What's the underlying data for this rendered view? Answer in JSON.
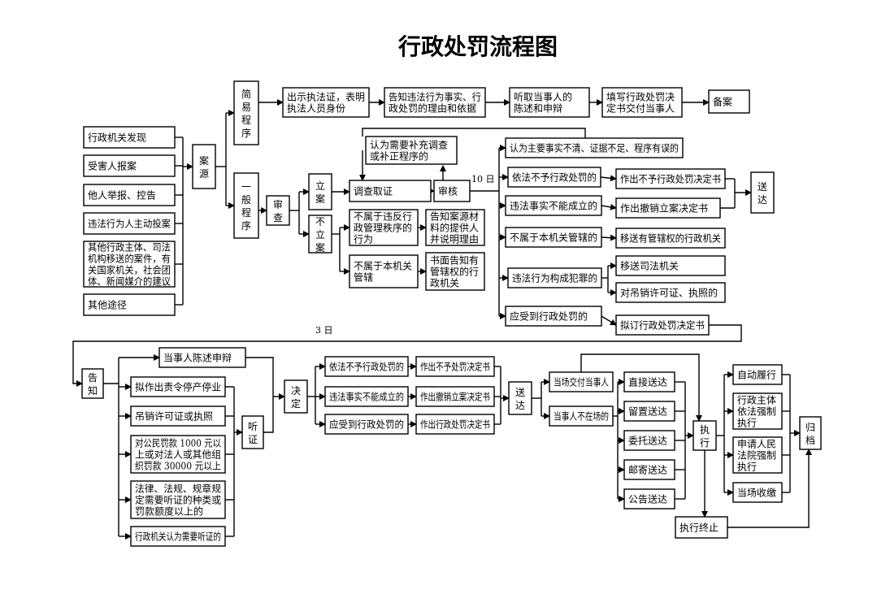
{
  "title": "行政处罚流程图",
  "nodes": {
    "src_a1": "行政机关发现",
    "src_a2": "受害人报案",
    "src_a3": "他人举报、控告",
    "src_a4": "违法行为人主动投案",
    "src_a5": [
      "其他行政主体、司法",
      "机构移送的案件，有",
      "关国家机关，社会团",
      "体、新闻媒介的建议"
    ],
    "src_a6": "其他途径",
    "source": "案源",
    "simple": "简易程序",
    "general": "一般程序",
    "simple_s1": [
      "出示执法证，表明",
      "执法人员身份"
    ],
    "simple_s2": [
      "告知违法行为事实、行",
      "政处罚的理由和依据"
    ],
    "simple_s3": [
      "听取当事人的",
      "陈述和申辩"
    ],
    "simple_s4": [
      "填写行政处罚决",
      "定书交付当事人"
    ],
    "file_record": "备案",
    "review": "审查",
    "file_case": "立案",
    "no_case": "不立案",
    "need_more": [
      "认为需要补充调查",
      "或补正程序的"
    ],
    "investigate": "调查取证",
    "audit": "审核",
    "not_violation": [
      "不属于违反行",
      "政管理秩序的",
      "行为"
    ],
    "notify_source": [
      "告知案源材",
      "料的提供人",
      "并说明理由"
    ],
    "not_jurisdiction": [
      "不属于本机关",
      "管辖"
    ],
    "written_notice": [
      "书面告知有",
      "管辖权的行",
      "政机关"
    ],
    "r1": "认为主要事实不清、证据不足、程序有误的",
    "r2": "依法不予行政处罚的",
    "r2a": "作出不予行政处罚决定书",
    "r3": "违法事实不能成立的",
    "r3a": "作出撤销立案决定书",
    "r4": "不属于本机关管辖的",
    "r4a": "移送有管辖权的行政机关",
    "r5": "违法行为构成犯罪的",
    "r5a": "移送司法机关",
    "r5b": "对吊销许可证、执照的",
    "r6": "应受到行政处罚的",
    "r6a": "拟订行政处罚决定书",
    "serve1": "送达",
    "notify": "告知",
    "statement": "当事人陈述申辩",
    "h1": "拟作出责令停产停业",
    "h2": "吊销许可证或执照",
    "h3": [
      "对公民罚款 1000 元以",
      "上或对法人或其他组",
      "织罚款 30000 元以上"
    ],
    "h4": [
      "法律、法规、规章规",
      "定需要听证的种类或",
      "罚款额度以上的"
    ],
    "h5": "行政机关认为需要听证的",
    "hearing": "听证",
    "decide": "决定",
    "d1": "依法不予行政处罚的",
    "d1a": "作出不予处罚决定书",
    "d2": "违法事实不能成立的",
    "d2a": "作出撤销立案决定书",
    "d3": "应受到行政处罚的",
    "d3a": "作出行政处罚决定书",
    "serve2": "送达",
    "m1": "当场交付当事人",
    "m2": "当事人不在场的",
    "w1": "直接送达",
    "w2": "留置送达",
    "w3": "委托送达",
    "w4": "邮寄送达",
    "w5": "公告送达",
    "execute": "执行",
    "exec_end": "执行终止",
    "e1": "自动履行",
    "e2": [
      "行政主体",
      "依法强制",
      "执行"
    ],
    "e3": [
      "申请人民",
      "法院强制",
      "执行"
    ],
    "e4": "当场收缴",
    "archive": "归档"
  },
  "notes": {
    "ten_days": "10 日",
    "three_days": "3 日"
  }
}
